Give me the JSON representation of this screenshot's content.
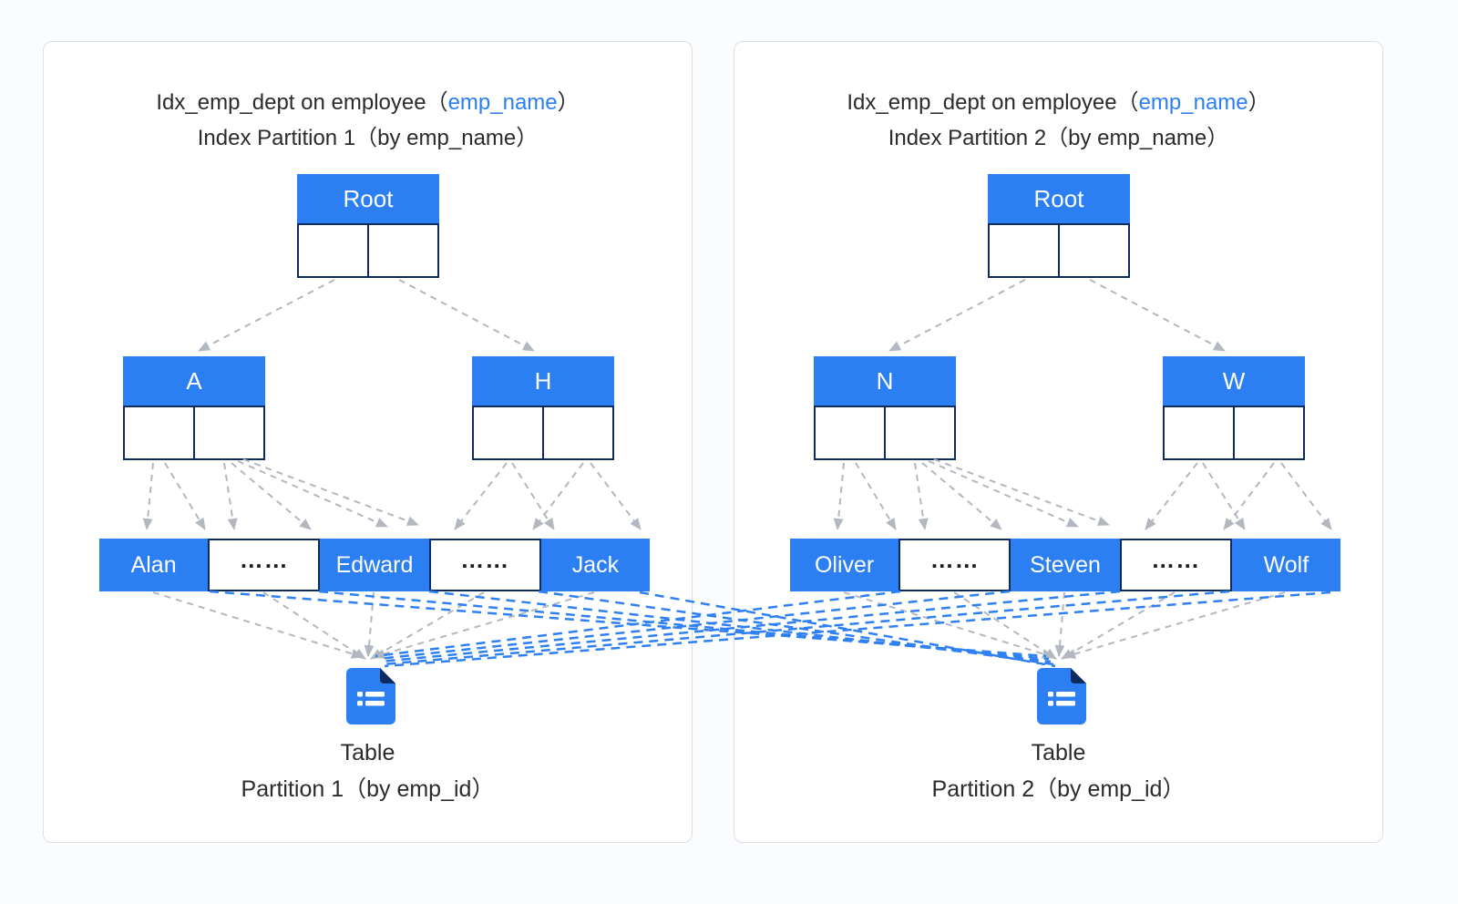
{
  "colors": {
    "node_blue": "#2b7ff2",
    "node_border_navy": "#0d2b5e",
    "gray_arrow": "#b2b7c0",
    "blue_link": "#2f80f2",
    "panel_border": "#dbdfe6",
    "title_text": "#2b2b2b",
    "title_highlight": "#2b7ff2"
  },
  "panels": [
    {
      "title_prefix": "Idx_emp_dept on employee（",
      "title_column": "emp_name",
      "title_suffix": "）",
      "subtitle": "Index Partition 1（by emp_name）",
      "tree": {
        "root_label": "Root",
        "branches": [
          {
            "label": "A"
          },
          {
            "label": "H"
          }
        ],
        "leaves": [
          {
            "label": "Alan",
            "type": "key"
          },
          {
            "label": "……",
            "type": "ellipsis"
          },
          {
            "label": "Edward",
            "type": "key"
          },
          {
            "label": "……",
            "type": "ellipsis"
          },
          {
            "label": "Jack",
            "type": "key"
          }
        ]
      },
      "table": {
        "icon": "document-list-icon",
        "caption_line1": "Table",
        "caption_line2": "Partition 1（by emp_id）"
      }
    },
    {
      "title_prefix": "Idx_emp_dept on employee（",
      "title_column": "emp_name",
      "title_suffix": "）",
      "subtitle": "Index Partition 2（by emp_name）",
      "tree": {
        "root_label": "Root",
        "branches": [
          {
            "label": "N"
          },
          {
            "label": "W"
          }
        ],
        "leaves": [
          {
            "label": "Oliver",
            "type": "key"
          },
          {
            "label": "……",
            "type": "ellipsis"
          },
          {
            "label": "Steven",
            "type": "key"
          },
          {
            "label": "……",
            "type": "ellipsis"
          },
          {
            "label": "Wolf",
            "type": "key"
          }
        ]
      },
      "table": {
        "icon": "document-list-icon",
        "caption_line1": "Table",
        "caption_line2": "Partition 2（by emp_id）"
      }
    }
  ]
}
